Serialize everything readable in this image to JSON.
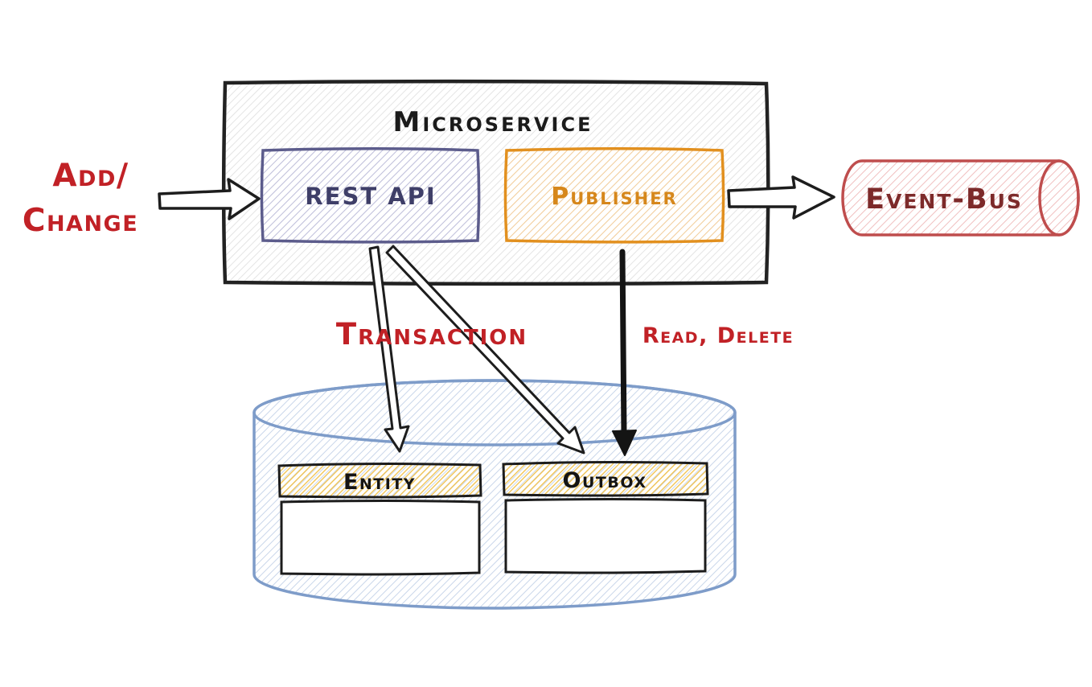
{
  "nodes": {
    "microservice": {
      "label": "Microservice"
    },
    "rest_api": {
      "label": "REST API"
    },
    "publisher": {
      "label": "Publisher"
    },
    "event_bus": {
      "label": "Event-Bus"
    },
    "database": {
      "entity_table": {
        "label": "Entity"
      },
      "outbox_table": {
        "label": "Outbox"
      }
    }
  },
  "annotations": {
    "add_change": {
      "line1": "Add/",
      "line2": "Change"
    },
    "transaction": "Transaction",
    "read_delete": "Read, Delete"
  },
  "edges": [
    {
      "from": "Add/Change",
      "to": "REST API",
      "style": "outlined-arrow"
    },
    {
      "from": "REST API",
      "to": "Entity table",
      "label": "Transaction",
      "style": "outlined-arrow"
    },
    {
      "from": "REST API",
      "to": "Outbox table",
      "label": "Transaction",
      "style": "outlined-arrow"
    },
    {
      "from": "Publisher",
      "to": "Outbox table",
      "label": "Read, Delete",
      "style": "solid-arrow"
    },
    {
      "from": "Publisher",
      "to": "Event-Bus",
      "style": "outlined-arrow"
    }
  ],
  "colors": {
    "ink": "#222222",
    "annotation_red": "#c12126",
    "rest_api_stroke": "#5c5c8c",
    "rest_api_text": "#3e3e68",
    "publisher_stroke": "#e2901f",
    "publisher_text": "#d6871b",
    "event_bus_stroke": "#bf4d4d",
    "event_bus_text": "#7d2a2a",
    "database_stroke": "#7e9cc9",
    "table_header_yellow": "#f0c040"
  }
}
